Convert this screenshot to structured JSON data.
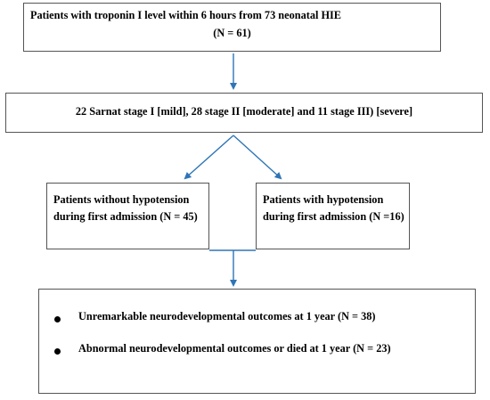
{
  "box_top": {
    "line1": "Patients with troponin I level within 6 hours from 73 neonatal HIE",
    "line2": "(N = 61)"
  },
  "box_stage": {
    "text": "22 Sarnat stage I [mild], 28 stage II [moderate] and 11 stage III) [severe]"
  },
  "box_left": {
    "text": "Patients without hypotension during first admission (N = 45)"
  },
  "box_right": {
    "text": "Patients with hypotension during first admission (N =16)"
  },
  "box_outcomes": {
    "items": [
      "Unremarkable neurodevelopmental outcomes at 1 year (N = 38)",
      "Abnormal neurodevelopmental outcomes or died at 1 year (N = 23)"
    ]
  },
  "colors": {
    "arrow": "#2e75b6",
    "border": "#555555"
  }
}
